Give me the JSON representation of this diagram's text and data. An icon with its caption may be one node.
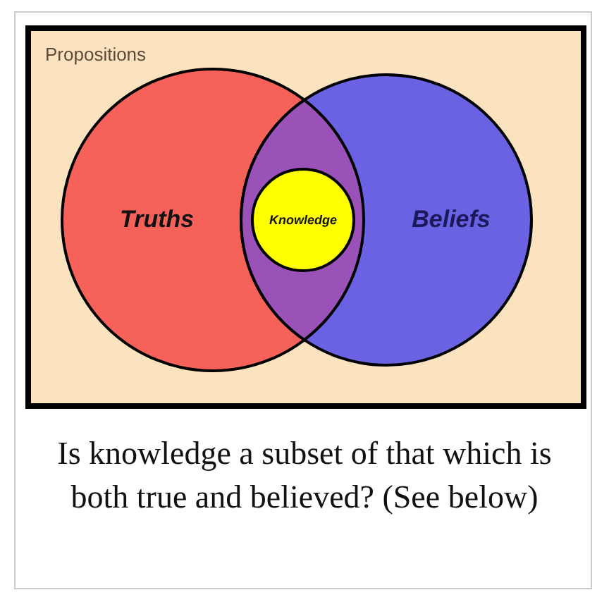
{
  "diagram": {
    "caption": "Is knowledge a subset of that which is both true and believed? (See below)",
    "nodes": [
      {
        "text": [
          "Propositions"
        ]
      },
      {
        "text": [
          "Truths"
        ],
        "in": 0
      },
      {
        "text": [
          "Beliefs"
        ],
        "in": 0
      },
      {
        "text": [
          "Knowledge"
        ]
      }
    ],
    "edges": []
  }
}
